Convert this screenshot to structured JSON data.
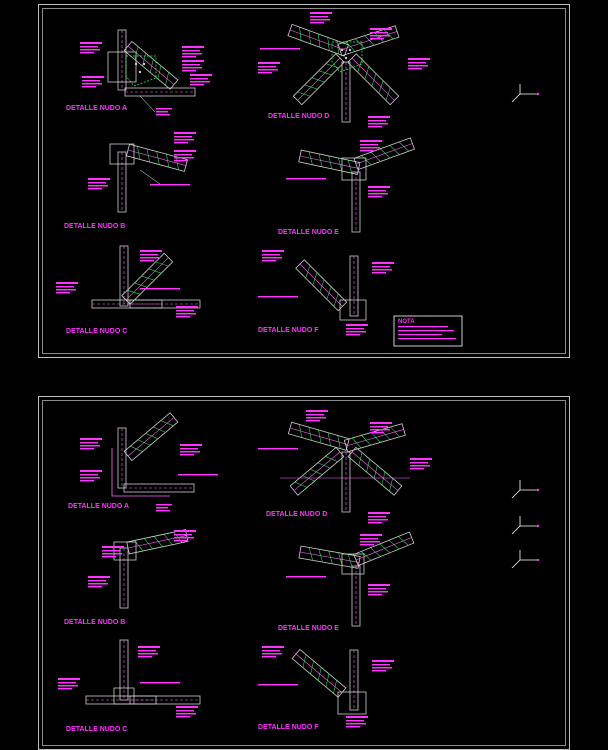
{
  "sheets": [
    {
      "titles": [
        "DETALLE NUDO A",
        "DETALLE NUDO B",
        "DETALLE NUDO C",
        "DETALLE NUDO D",
        "DETALLE NUDO E",
        "DETALLE NUDO F"
      ],
      "nota_title": "NOTA"
    },
    {
      "titles": [
        "DETALLE NUDO A",
        "DETALLE NUDO B",
        "DETALLE NUDO C",
        "DETALLE NUDO D",
        "DETALLE NUDO E",
        "DETALLE NUDO F"
      ]
    }
  ],
  "colors": {
    "background": "#000000",
    "label": "#ff33ff",
    "steel": "#cfcfcf",
    "weld": "#33ff66",
    "member": "#ff66ff",
    "frame": "#bfbfbf"
  }
}
